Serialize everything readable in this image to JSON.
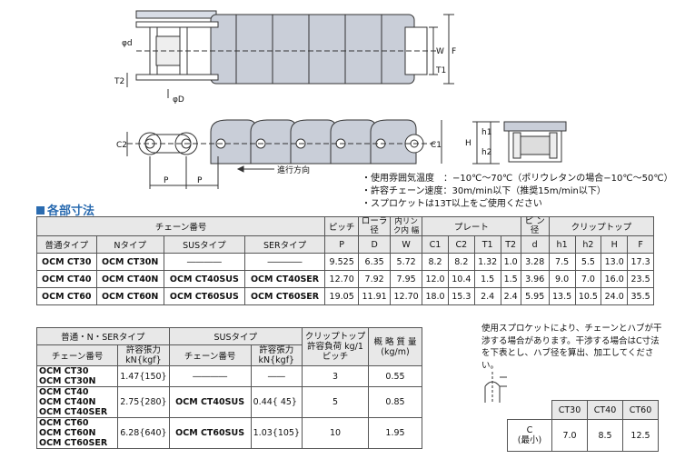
{
  "drawing": {
    "dim_labels": {
      "phi_d": "φd",
      "phi_D": "φD",
      "W": "W",
      "F": "F",
      "T1": "T1",
      "T2": "T2",
      "C1": "C1",
      "C2": "C2",
      "H": "H",
      "h1": "h1",
      "h2": "h2",
      "P": "P",
      "direction": "進行方向"
    }
  },
  "notes": [
    "・使用雰囲気温度　：−10℃～70℃（ポリウレタンの場合−10℃～50℃）",
    "・許容チェーン速度：30m/min以下（推奨15m/min以下）",
    "・スプロケットは13T以上をご使用ください"
  ],
  "section_title": "各部寸法",
  "dim_table": {
    "h_chain_no": "チェーン番号",
    "h_pitch": "ピッチ",
    "h_roller": "ローラ径",
    "h_inner": "内リンク内 幅",
    "h_plate": "プレート",
    "h_pin": "ピ ン 径",
    "h_clip": "クリップトップ",
    "h_types": [
      "普通タイプ",
      "Nタイプ",
      "SUSタイプ",
      "SERタイプ"
    ],
    "h_sub": [
      "P",
      "D",
      "W",
      "C1",
      "C2",
      "T1",
      "T2",
      "d",
      "h1",
      "h2",
      "H",
      "F"
    ],
    "rows": [
      {
        "std": "OCM CT30",
        "n": "OCM CT30N",
        "sus": "――――",
        "ser": "――――",
        "vals": [
          "9.525",
          "6.35",
          "5.72",
          "8.2",
          "8.2",
          "1.32",
          "1.0",
          "3.28",
          "7.5",
          "5.5",
          "13.0",
          "17.3"
        ]
      },
      {
        "std": "OCM CT40",
        "n": "OCM CT40N",
        "sus": "OCM CT40SUS",
        "ser": "OCM CT40SER",
        "vals": [
          "12.70",
          "7.92",
          "7.95",
          "12.0",
          "10.4",
          "1.5",
          "1.5",
          "3.96",
          "9.0",
          "7.0",
          "16.0",
          "23.5"
        ]
      },
      {
        "std": "OCM CT60",
        "n": "OCM CT60N",
        "sus": "OCM CT60SUS",
        "ser": "OCM CT60SER",
        "vals": [
          "19.05",
          "11.91",
          "12.70",
          "18.0",
          "15.3",
          "2.4",
          "2.4",
          "5.95",
          "13.5",
          "10.5",
          "24.0",
          "35.5"
        ]
      }
    ]
  },
  "spec_table": {
    "h_group1": "普通・N・SERタイプ",
    "h_group2": "SUSタイプ",
    "h_clip_load": "クリップトップ許容負荷 kg/1ピッチ",
    "h_mass": "概 略 質 量 (kg/m)",
    "h_chain_no": "チェーン番号",
    "h_tension": "許容張力 kN{kgf}",
    "rows": [
      {
        "names": [
          "OCM CT30",
          "OCM CT30N"
        ],
        "tension": "1.47{150}",
        "sus_name": "――――",
        "sus_tension": "――",
        "load": "3",
        "mass": "0.55"
      },
      {
        "names": [
          "OCM CT40",
          "OCM CT40N",
          "OCM CT40SER"
        ],
        "tension": "2.75{280}",
        "sus_name": "OCM CT40SUS",
        "sus_tension": "0.44{ 45}",
        "load": "5",
        "mass": "0.85"
      },
      {
        "names": [
          "OCM CT60",
          "OCM CT60N",
          "OCM CT60SER"
        ],
        "tension": "6.28{640}",
        "sus_name": "OCM CT60SUS",
        "sus_tension": "1.03{105}",
        "load": "10",
        "mass": "1.95"
      }
    ]
  },
  "right_note": "使用スプロケットにより、チェーンとハブが干渉する場合があります。干渉する場合はC寸法を下表とし、ハブ径を算出、加工してください。",
  "c_table": {
    "headers": [
      "CT30",
      "CT40",
      "CT60"
    ],
    "row_label_1": "C",
    "row_label_2": "(最小)",
    "values": [
      "7.0",
      "8.5",
      "12.5"
    ]
  }
}
